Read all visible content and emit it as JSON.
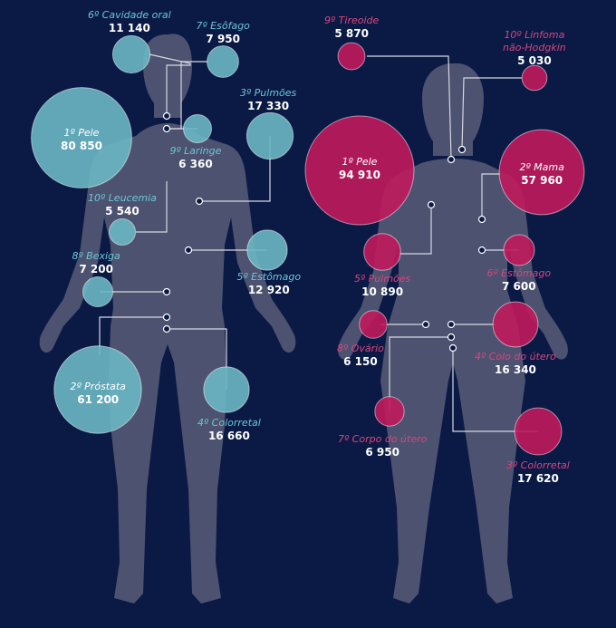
{
  "colors": {
    "background": "#0b1a45",
    "body": "#4c526f",
    "male_circle": "#6ab7c4",
    "female_circle": "#c0195c",
    "connector": "#d6d8e0"
  },
  "male": {
    "items": [
      {
        "rank": "1º",
        "name": "Pele",
        "value": 80850,
        "value_label": "80 850"
      },
      {
        "rank": "2º",
        "name": "Próstata",
        "value": 61200,
        "value_label": "61 200"
      },
      {
        "rank": "3º",
        "name": "Pulmões",
        "value": 17330,
        "value_label": "17 330"
      },
      {
        "rank": "4º",
        "name": "Colorretal",
        "value": 16660,
        "value_label": "16 660"
      },
      {
        "rank": "5º",
        "name": "Estômago",
        "value": 12920,
        "value_label": "12 920"
      },
      {
        "rank": "6º",
        "name": "Cavidade oral",
        "value": 11140,
        "value_label": "11 140"
      },
      {
        "rank": "7º",
        "name": "Esôfago",
        "value": 7950,
        "value_label": "7 950"
      },
      {
        "rank": "8º",
        "name": "Bexiga",
        "value": 7200,
        "value_label": "7 200"
      },
      {
        "rank": "9º",
        "name": "Laringe",
        "value": 6360,
        "value_label": "6 360"
      },
      {
        "rank": "10º",
        "name": "Leucemia",
        "value": 5540,
        "value_label": "5 540"
      }
    ]
  },
  "female": {
    "items": [
      {
        "rank": "1º",
        "name": "Pele",
        "value": 94910,
        "value_label": "94 910"
      },
      {
        "rank": "2º",
        "name": "Mama",
        "value": 57960,
        "value_label": "57 960"
      },
      {
        "rank": "3º",
        "name": "Colorretal",
        "value": 17620,
        "value_label": "17 620"
      },
      {
        "rank": "4º",
        "name": "Colo do útero",
        "value": 16340,
        "value_label": "16 340"
      },
      {
        "rank": "5º",
        "name": "Pulmões",
        "value": 10890,
        "value_label": "10 890"
      },
      {
        "rank": "6º",
        "name": "Estômago",
        "value": 7600,
        "value_label": "7 600"
      },
      {
        "rank": "7º",
        "name": "Corpo do útero",
        "value": 6950,
        "value_label": "6 950"
      },
      {
        "rank": "8º",
        "name": "Ovário",
        "value": 6150,
        "value_label": "6 150"
      },
      {
        "rank": "9º",
        "name": "Tireoide",
        "value": 5870,
        "value_label": "5 870"
      },
      {
        "rank": "10º",
        "name": "Linfoma não-Hodgkin",
        "value": 5030,
        "value_label": "5 030"
      }
    ]
  }
}
